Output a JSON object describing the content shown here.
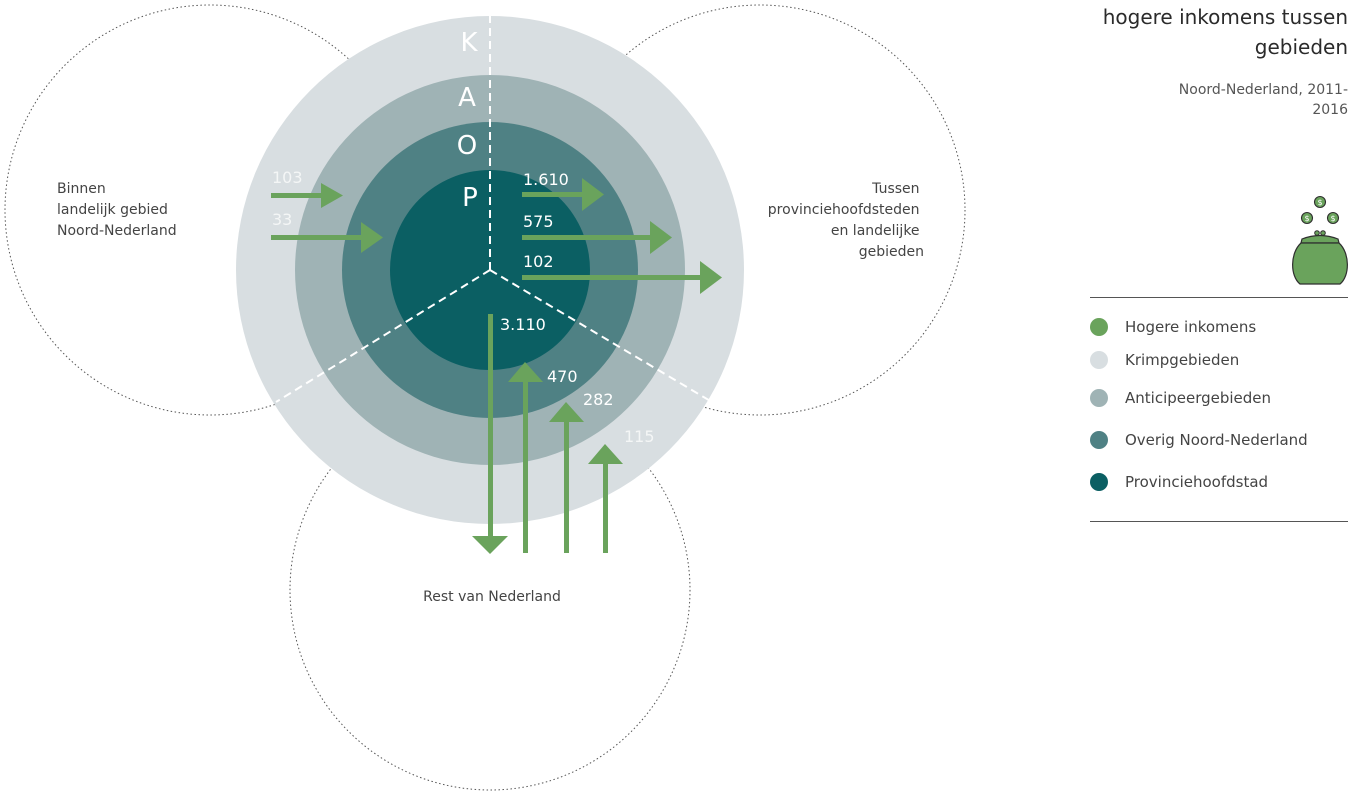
{
  "ring_letters": {
    "k": "K",
    "a": "A",
    "o": "O",
    "p": "P"
  },
  "regions": {
    "left": [
      "Binnen",
      "landelijk gebied",
      "Noord-Nederland"
    ],
    "right": [
      "Tussen",
      "provinciehoofdsteden",
      "en  landelijke",
      "gebieden"
    ],
    "bottom": "Rest van Nederland"
  },
  "flows": {
    "left_k": "103",
    "left_a": "33",
    "right_p": "1.610",
    "right_o": "575",
    "right_a": "102",
    "down_p": "3.110",
    "up_o": "470",
    "up_a": "282",
    "up_k": "115"
  },
  "title": "hogere inkomens tussen gebieden",
  "subtitle": "Noord-Nederland, 2011-2016",
  "legend": [
    {
      "label": "Hogere inkomens",
      "color": "#6aa35c"
    },
    {
      "label": "Krimpgebieden",
      "color": "#d8dee1"
    },
    {
      "label": "Anticipeergebieden",
      "color": "#9fb3b5"
    },
    {
      "label": "Overig Noord-Nederland",
      "color": "#4f8184"
    },
    {
      "label": "Provinciehoofdstad",
      "color": "#0b5f63"
    }
  ],
  "colors": {
    "arrow": "#6aa35c",
    "krimp": "#d8dee1",
    "anticipeer": "#9fb3b5",
    "overig": "#4f8184",
    "provincie": "#0b5f63",
    "purse": "#6aa35c"
  },
  "icons": [
    "purse-icon",
    "coin-icon"
  ]
}
